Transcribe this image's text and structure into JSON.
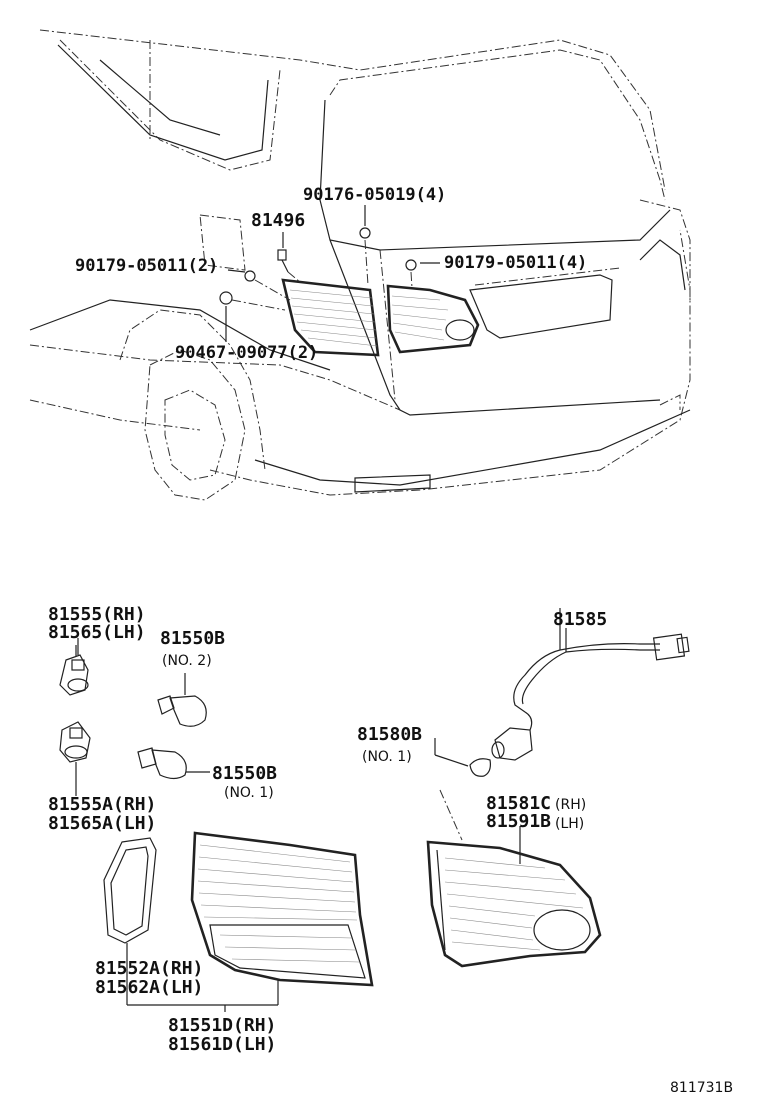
{
  "diagram": {
    "car_callouts": {
      "p90176": "90176-05019(4)",
      "p81496": "81496",
      "p90179_left": "90179-05011(2)",
      "p90179_right": "90179-05011(4)",
      "p90467": "90467-09077(2)"
    },
    "parts_callouts": {
      "socket_rh_1": "81555(RH)",
      "socket_lh_1": "81565(LH)",
      "bulb_2_part": "81550B",
      "bulb_2_note": "(NO. 2)",
      "bulb_1_part": "81550B",
      "bulb_1_note": "(NO. 1)",
      "socket_rh_2": "81555A(RH)",
      "socket_lh_2": "81565A(LH)",
      "wire_harness": "81585",
      "bulb_no1_part": "81580B",
      "bulb_no1_note": "(NO. 1)",
      "inner_lamp_rh_num": "81581C",
      "inner_lamp_rh_side": "(RH)",
      "inner_lamp_lh_num": "81591B",
      "inner_lamp_lh_side": "(LH)",
      "gasket_rh": "81552A(RH)",
      "gasket_lh": "81562A(LH)",
      "lens_rh": "81551D(RH)",
      "lens_lh": "81561D(LH)"
    },
    "drawing_id": "811731B",
    "ink_color": "#111111"
  }
}
